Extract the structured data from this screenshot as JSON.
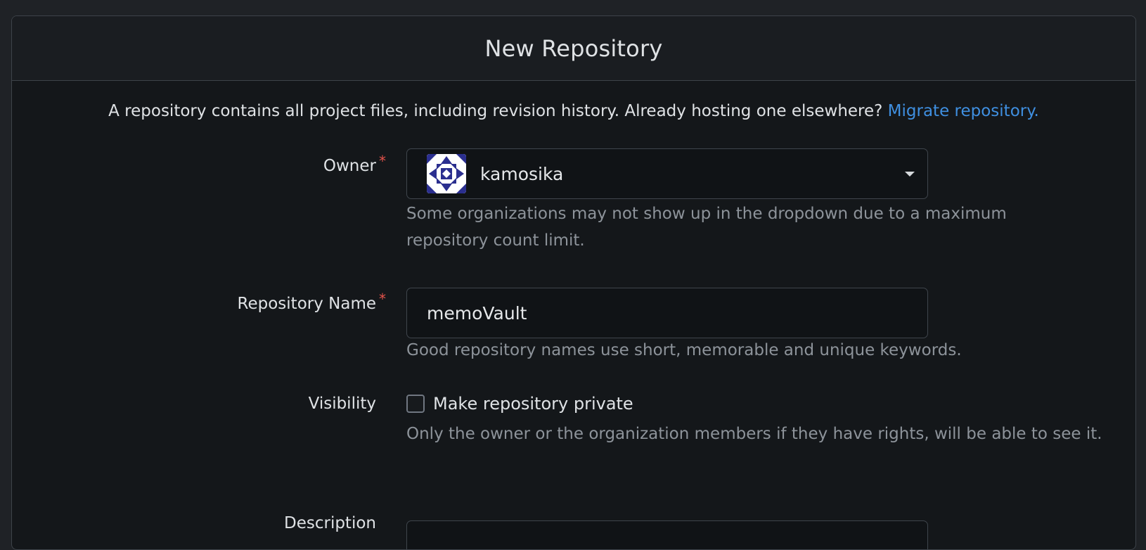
{
  "header": {
    "title": "New Repository"
  },
  "intro": {
    "text": "A repository contains all project files, including revision history. Already hosting one elsewhere? ",
    "link": "Migrate repository."
  },
  "owner": {
    "label": "Owner",
    "required_mark": "*",
    "selected_value": "kamosika",
    "help": "Some organizations may not show up in the dropdown due to a maximum repository count limit."
  },
  "repository_name": {
    "label": "Repository Name",
    "required_mark": "*",
    "value": "memoVault",
    "help": "Good repository names use short, memorable and unique keywords."
  },
  "visibility": {
    "label": "Visibility",
    "checkbox_label": "Make repository private",
    "checked": false,
    "help": "Only the owner or the organization members if they have rights, will be able to see it."
  },
  "description": {
    "label": "Description"
  },
  "colors": {
    "background": "#14171a",
    "border": "#3d4349",
    "link": "#3f8fe0",
    "required": "#e5534b",
    "avatar": "#2b2f8f"
  }
}
